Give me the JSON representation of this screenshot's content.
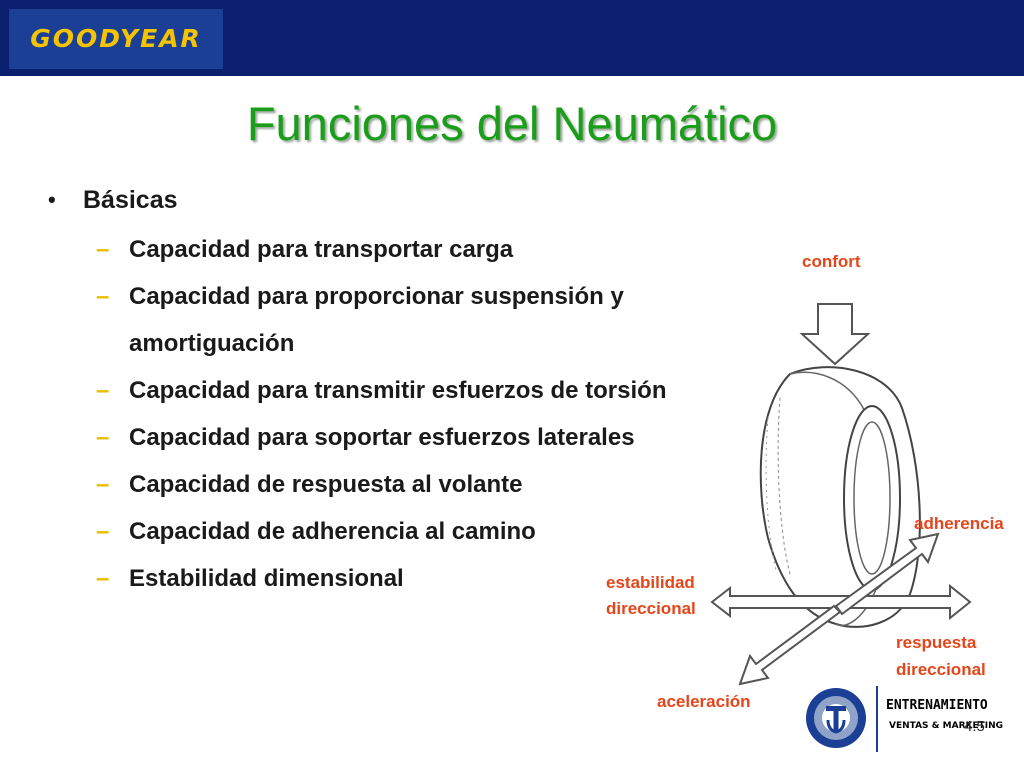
{
  "header": {
    "logo_text": "GOODYEAR"
  },
  "slide": {
    "title": "Funciones del Neumático",
    "bullet": "Básicas",
    "subitems": [
      "Capacidad para transportar carga",
      "Capacidad para proporcionar suspensión y amortiguación",
      "Capacidad para transmitir esfuerzos de torsión",
      "Capacidad para soportar esfuerzos laterales",
      "Capacidad de respuesta al volante",
      "Capacidad de adherencia al camino",
      "Estabilidad dimensional"
    ],
    "dash": "–",
    "bullet_marker": "•"
  },
  "diagram": {
    "labels": {
      "confort": "confort",
      "adherencia": "adherencia",
      "estabilidad_1": "estabilidad",
      "estabilidad_2": "direccional",
      "respuesta_1": "respuesta",
      "respuesta_2": "direccional",
      "aceleracion": "aceleración"
    }
  },
  "footer": {
    "line1": "ENTRENAMIENTO",
    "line2": "VENTAS & MARKETING",
    "page": "4.5"
  },
  "colors": {
    "header_bg": "#0a1f6e",
    "title": "#1a9e1a",
    "label": "#e5451a",
    "dash": "#e6c000",
    "logo": "#f5c400"
  }
}
